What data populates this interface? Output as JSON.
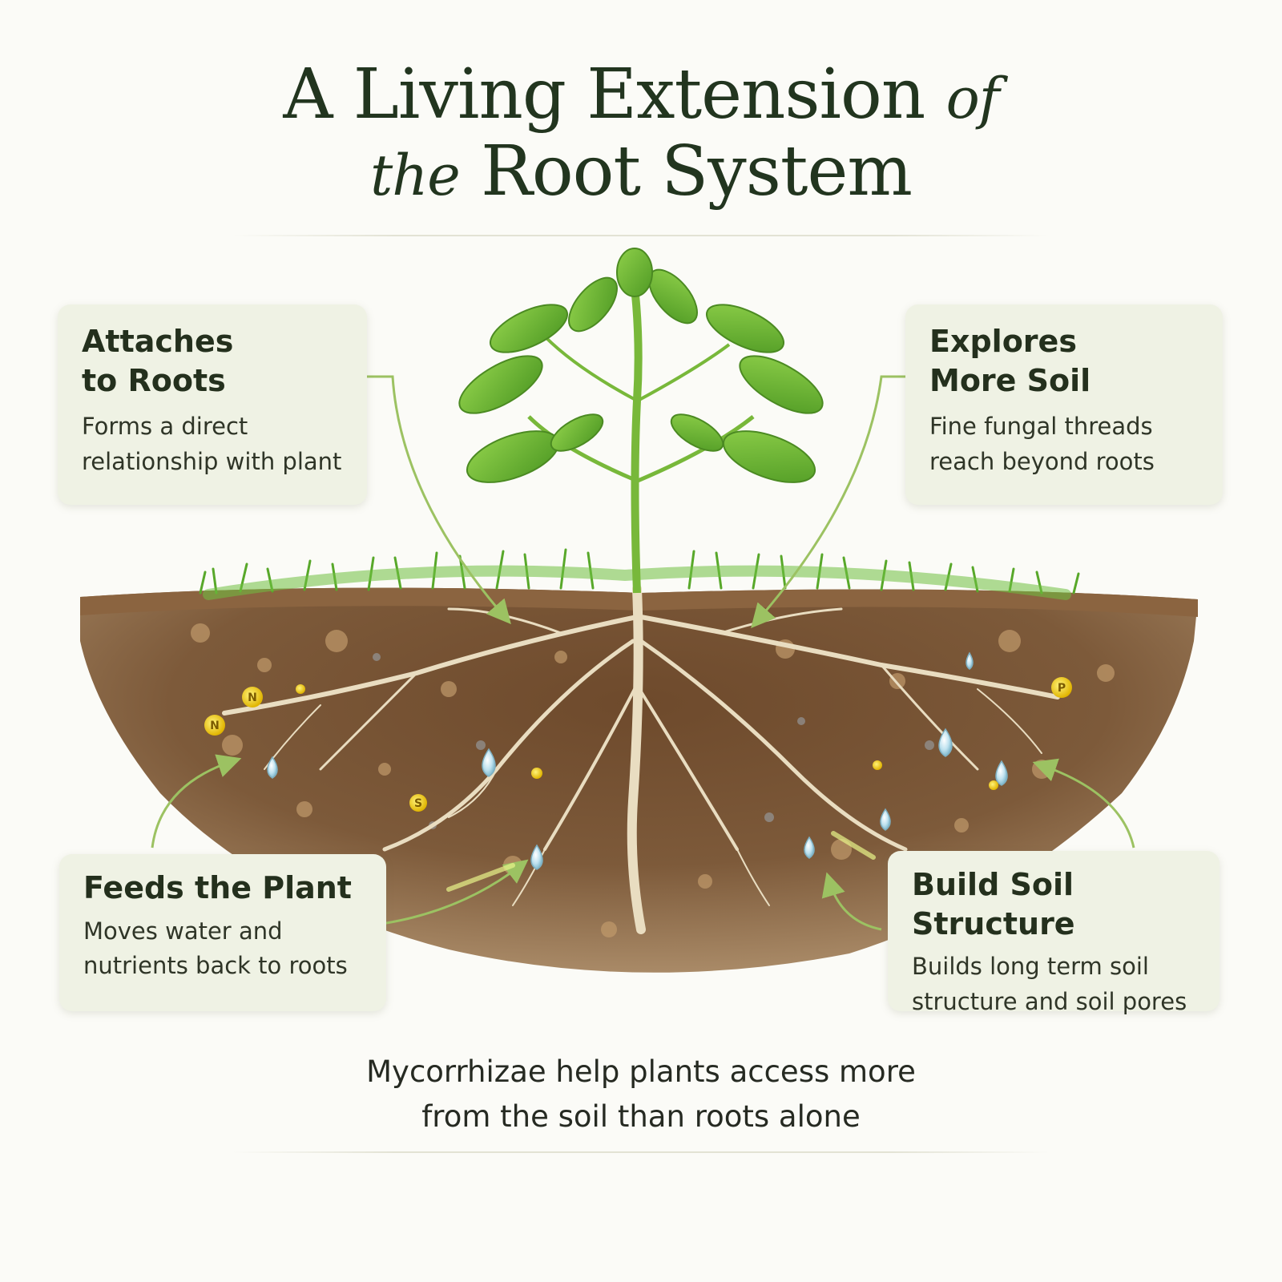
{
  "title": {
    "line1_main": "A Living Extension",
    "line1_italic": "of",
    "line2_italic": "the",
    "line2_main": "Root System"
  },
  "cards": {
    "attaches": {
      "heading_1": "Attaches",
      "heading_2": "to Roots",
      "text_1": "Forms a direct",
      "text_2": "relationship with plant"
    },
    "explores": {
      "heading_1": "Explores",
      "heading_2": "More Soil",
      "text_1": "Fine fungal threads",
      "text_2": "reach beyond roots"
    },
    "feeds": {
      "heading": "Feeds the Plant",
      "text_1": "Moves water and",
      "text_2": "nutrients back to roots"
    },
    "builds": {
      "heading": "Build Soil Structure",
      "text_1": "Builds long term soil",
      "text_2": "structure and soil pores"
    }
  },
  "nutrients": {
    "n1": "N",
    "n2": "N",
    "s": "S",
    "p": "P"
  },
  "caption": {
    "line1": "Mycorrhizae help plants access more",
    "line2": "from the soil than roots alone"
  },
  "colors": {
    "title": "#22351f",
    "card_bg": "#eff2e4",
    "arrow": "#8fb35a",
    "leaf": "#6cb52f",
    "soil": "#7a5533",
    "root": "#e8dcc0",
    "grass": "#58a82a"
  },
  "icons": [
    "plant-icon",
    "water-drop-icon",
    "nutrient-icon",
    "arrow-icon"
  ]
}
